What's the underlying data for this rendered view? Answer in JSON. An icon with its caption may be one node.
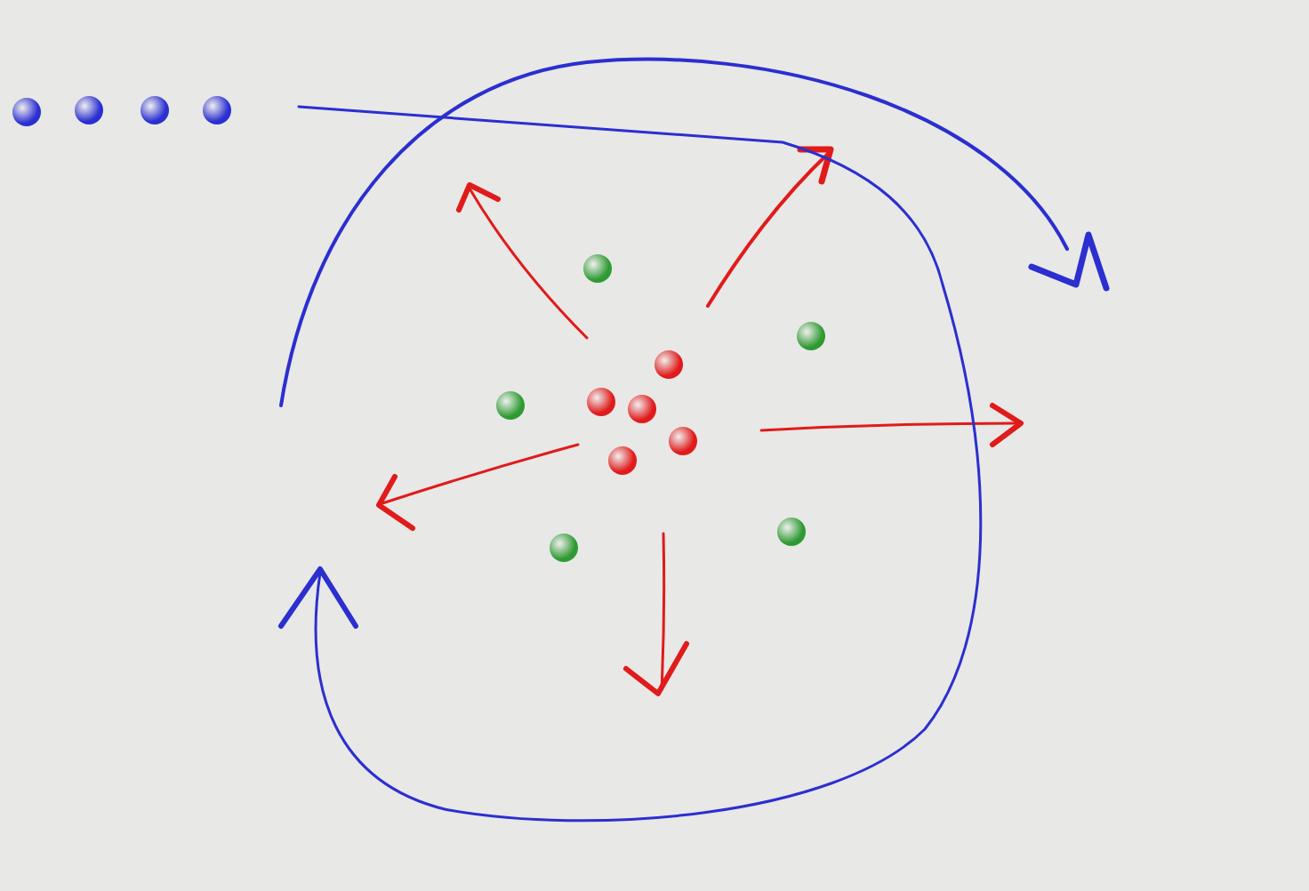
{
  "diagram": {
    "nodes": [
      {
        "text": [],
        "shape": "circle"
      },
      {
        "text": [],
        "shape": "circle"
      },
      {
        "text": [],
        "shape": "circle"
      },
      {
        "text": [],
        "shape": "circle"
      },
      {
        "text": [],
        "shape": "circle"
      },
      {
        "text": [],
        "shape": "circle"
      },
      {
        "text": [],
        "shape": "circle"
      },
      {
        "text": [],
        "shape": "circle"
      },
      {
        "text": [],
        "shape": "circle"
      },
      {
        "text": [],
        "shape": "circle"
      },
      {
        "text": [],
        "shape": "circle"
      },
      {
        "text": [],
        "shape": "circle"
      },
      {
        "text": [],
        "shape": "circle"
      },
      {
        "text": [],
        "shape": "circle"
      }
    ]
  }
}
